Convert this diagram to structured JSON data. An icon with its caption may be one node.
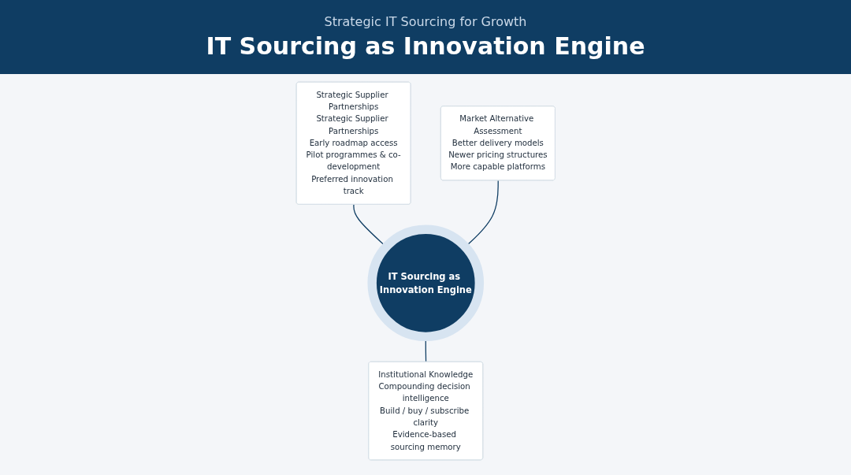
{
  "diagram": {
    "title": "IT Sourcing as Innovation Engine",
    "nodes": [
      {
        "text": [
          "Strategic Supplier Partnerships",
          "Strategic Supplier Partnerships",
          "Early roadmap access",
          "Pilot programmes & co-development",
          "Preferred innovation track"
        ]
      },
      {
        "text": [
          "Market Alternative Assessment",
          "Better delivery models",
          "Newer pricing structures",
          "More capable platforms"
        ]
      },
      {
        "text": [
          "IT Sourcing as Innovation Engine"
        ]
      },
      {
        "text": [
          "Institutional Knowledge",
          "Compounding decision intelligence",
          "Build / buy / subscribe clarity",
          "Evidence-based sourcing memory"
        ]
      }
    ],
    "edges": [
      {
        "from": 0,
        "to": 2,
        "arrow": "none"
      },
      {
        "from": 1,
        "to": 2,
        "arrow": "none"
      },
      {
        "from": 2,
        "to": 3,
        "arrow": "none"
      }
    ],
    "labels": [
      "Strategic IT Sourcing for Growth"
    ]
  }
}
